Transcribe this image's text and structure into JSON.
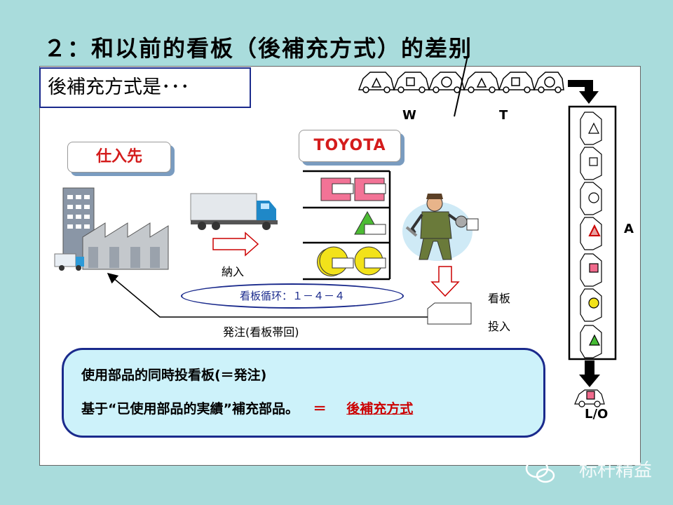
{
  "title": "２：和以前的看板（後補充方式）的差别",
  "subtitle": "後補充方式是･･･",
  "supplier_label": "仕入先",
  "toyota_label": "TOYOTA",
  "delivery_label": "納入",
  "cycle_label": "看板循环：１－４－４",
  "order_label": "発注(看板帯回)",
  "kanban_label": "看板",
  "post_label": "投入",
  "line": {
    "w_label": "W",
    "t_label": "T",
    "a_label": "A",
    "lo_label": "L/O"
  },
  "summary": {
    "line1": "使用部品的同時投看板(＝発注)",
    "line2_pre": "基于“已使用部品的実績”補充部品。",
    "line2_eq": "＝",
    "line2_result": "後補充方式"
  },
  "watermark": "标杆精益",
  "colors": {
    "background": "#a9dcdc",
    "accent_red": "#cc0000",
    "navy": "#1a2a8c",
    "summary_fill": "#cdf2fa"
  }
}
